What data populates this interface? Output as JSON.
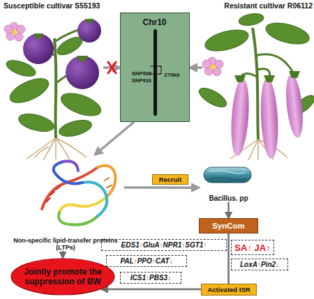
{
  "diagram": {
    "nodes": [
      {
        "text": [
          "Susceptible cultivar S55193"
        ]
      },
      {
        "text": [
          "Resistant cultivar R06112"
        ]
      },
      {
        "text": [
          "Chr10",
          "SNP908",
          "SNP910",
          "270kb"
        ]
      },
      {
        "text": [
          "Non-specific lipid-transfer proteins (LTPs)"
        ]
      },
      {
        "text": [
          "Recruit"
        ]
      },
      {
        "text": [
          "Bacillus. pp"
        ]
      },
      {
        "text": [
          "SynCom"
        ]
      },
      {
        "text": [
          "EDS1↑GluA↑NPR1↑SGT1↑"
        ]
      },
      {
        "text": [
          "SA↑ JA↑"
        ]
      },
      {
        "text": [
          "PAL↑PPO↑CAT↓"
        ]
      },
      {
        "text": [
          "LoxA↑Pin2↓"
        ]
      },
      {
        "text": [
          "ICS1↑PBS3↓"
        ]
      },
      {
        "text": [
          "Activated ISR"
        ]
      },
      {
        "text": [
          "Jointly promote the suppression of BW"
        ]
      }
    ],
    "edges": [
      {
        "from": 0,
        "to": 2,
        "arrow": "to"
      },
      {
        "from": 1,
        "to": 2,
        "arrow": "to"
      },
      {
        "from": 2,
        "to": 3,
        "arrow": "to"
      },
      {
        "from": 3,
        "to": 5,
        "arrow": "to"
      },
      {
        "from": 5,
        "to": 6,
        "arrow": "to"
      },
      {
        "from": 6,
        "to": 13,
        "arrow": "to"
      },
      {
        "from": 3,
        "to": 13,
        "arrow": "to"
      }
    ]
  }
}
